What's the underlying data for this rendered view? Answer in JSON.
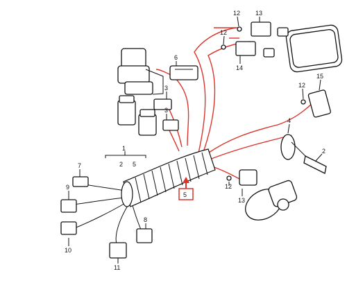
{
  "diagram": {
    "callouts": {
      "c1": "1",
      "c2": "2",
      "c2b": "2",
      "c3a": "3",
      "c3b": "3",
      "c4": "4",
      "c5": "5",
      "c5b": "5",
      "c6": "6",
      "c7": "7",
      "c8": "8",
      "c9": "9",
      "c10": "10",
      "c11": "11",
      "c12a": "12",
      "c12b": "12",
      "c12c": "12",
      "c12d": "12",
      "c13a": "13",
      "c13b": "13",
      "c14": "14",
      "c15": "15"
    },
    "highlight_color": "#d9342b"
  }
}
